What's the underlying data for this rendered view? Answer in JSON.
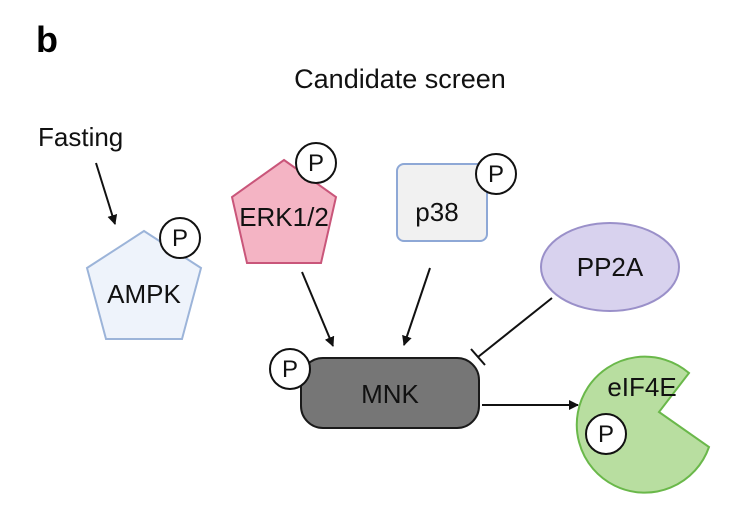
{
  "panel_label": "b",
  "title": "Candidate screen",
  "phospho_label": "P",
  "nodes": {
    "fasting": {
      "label": "Fasting"
    },
    "ampk": {
      "label": "AMPK",
      "color": "#eef3fb",
      "stroke": "#9cb4d9"
    },
    "erk": {
      "label": "ERK1/2",
      "color": "#f4b4c4",
      "stroke": "#c9567a"
    },
    "p38": {
      "label": "p38",
      "color": "#f1f1f1",
      "stroke": "#8ea8d6"
    },
    "pp2a": {
      "label": "PP2A",
      "color": "#d8d2ee",
      "stroke": "#9a90c9"
    },
    "mnk": {
      "label": "MNK",
      "color": "#767676",
      "stroke": "#1a1a1a",
      "text_color": "#ffffff"
    },
    "eif4e": {
      "label": "eIF4E",
      "color": "#b8dea0",
      "stroke": "#6ab84a"
    }
  },
  "edges": [
    {
      "from": "fasting",
      "to": "ampk",
      "type": "activation"
    },
    {
      "from": "erk",
      "to": "mnk",
      "type": "activation"
    },
    {
      "from": "p38",
      "to": "mnk",
      "type": "activation"
    },
    {
      "from": "pp2a",
      "to": "mnk",
      "type": "inhibition"
    },
    {
      "from": "mnk",
      "to": "eif4e",
      "type": "activation"
    }
  ]
}
